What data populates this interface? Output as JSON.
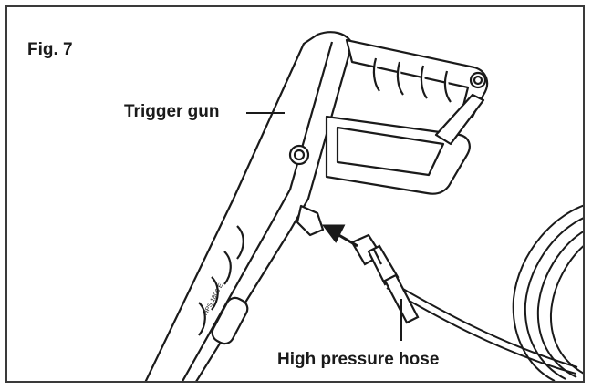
{
  "figure": {
    "number_label": "Fig. 7",
    "callouts": {
      "trigger_gun": "Trigger gun",
      "high_pressure_hose": "High pressure hose"
    },
    "model_text_on_handle": "HPS 1800 E"
  },
  "colors": {
    "line": "#1a1a1a",
    "frame": "#3a3a3a",
    "background": "#ffffff"
  }
}
